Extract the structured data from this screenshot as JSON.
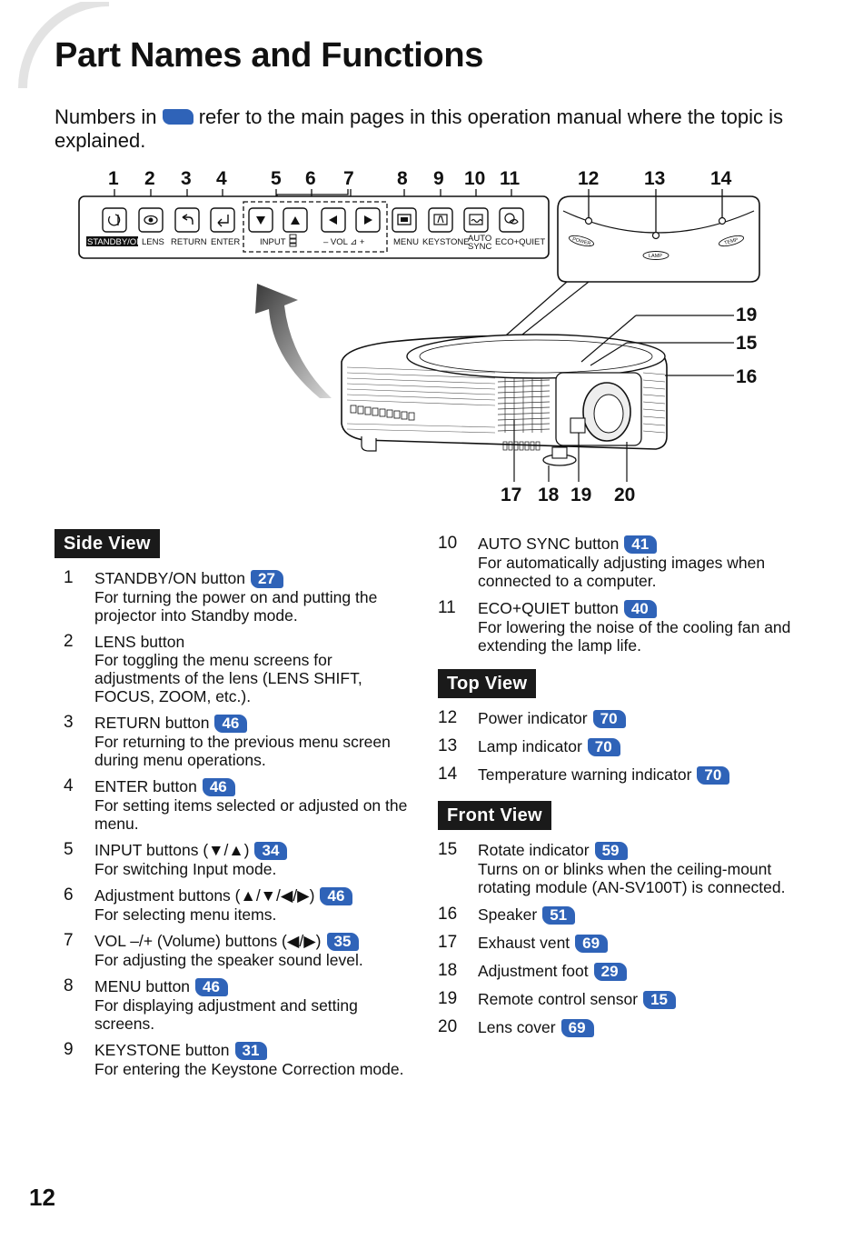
{
  "page": {
    "title": "Part Names and Functions",
    "intro_before": "Numbers in",
    "intro_after": "refer to the main pages in this operation manual where the topic is explained.",
    "page_number": "12"
  },
  "colors": {
    "badge": "#2f63b8",
    "header_bg": "#1a1a1a"
  },
  "figure": {
    "panel_numbers": [
      "1",
      "2",
      "3",
      "4",
      "5",
      "6",
      "7",
      "8",
      "9",
      "10",
      "11"
    ],
    "top_numbers": [
      "12",
      "13",
      "14"
    ],
    "right_numbers": [
      "19",
      "15",
      "16"
    ],
    "bottom_numbers": [
      "17",
      "18",
      "19",
      "20"
    ],
    "panel_labels": {
      "standby": "STANDBY/ON",
      "lens": "LENS",
      "return": "RETURN",
      "enter": "ENTER",
      "input": "INPUT",
      "vol": "– VOL ⊿ +",
      "menu": "MENU",
      "keystone": "KEYSTONE",
      "auto": "AUTO",
      "sync": "SYNC",
      "eco": "ECO+QUIET"
    },
    "indicator_labels": {
      "power": "POWER",
      "lamp": "LAMP",
      "temp": "TEMP"
    }
  },
  "side_view": {
    "header": "Side View",
    "items": [
      {
        "num": "1",
        "label": "STANDBY/ON button",
        "page": "27",
        "desc": "For turning the power on and putting the projector into Standby mode."
      },
      {
        "num": "2",
        "label": "LENS button",
        "page": "",
        "desc": "For toggling the menu screens for adjustments of the lens (LENS SHIFT, FOCUS, ZOOM, etc.)."
      },
      {
        "num": "3",
        "label": "RETURN button",
        "page": "46",
        "desc": "For returning to the previous menu screen during menu operations."
      },
      {
        "num": "4",
        "label": "ENTER button",
        "page": "46",
        "desc": "For setting items selected or adjusted on the menu."
      },
      {
        "num": "5",
        "label": "INPUT buttons (▼/▲)",
        "page": "34",
        "desc": "For switching Input mode."
      },
      {
        "num": "6",
        "label": "Adjustment buttons (▲/▼/◀/▶)",
        "page": "46",
        "desc": "For selecting menu items."
      },
      {
        "num": "7",
        "label": "VOL –/+ (Volume) buttons (◀/▶)",
        "page": "35",
        "desc": "For adjusting the speaker sound level."
      },
      {
        "num": "8",
        "label": "MENU button",
        "page": "46",
        "desc": "For displaying adjustment and setting screens."
      },
      {
        "num": "9",
        "label": "KEYSTONE button",
        "page": "31",
        "desc": "For entering the Keystone Correction mode."
      }
    ]
  },
  "right_items": [
    {
      "num": "10",
      "label": "AUTO SYNC button",
      "page": "41",
      "desc": "For automatically adjusting images when connected to a computer."
    },
    {
      "num": "11",
      "label": "ECO+QUIET button",
      "page": "40",
      "desc": "For lowering the noise of the cooling fan and extending the lamp life."
    }
  ],
  "top_view": {
    "header": "Top View",
    "items": [
      {
        "num": "12",
        "label": "Power indicator",
        "page": "70"
      },
      {
        "num": "13",
        "label": "Lamp indicator",
        "page": "70"
      },
      {
        "num": "14",
        "label": "Temperature warning indicator",
        "page": "70"
      }
    ]
  },
  "front_view": {
    "header": "Front View",
    "items": [
      {
        "num": "15",
        "label": "Rotate indicator",
        "page": "59",
        "desc": "Turns on or blinks when the ceiling-mount rotating module (AN-SV100T) is connected."
      },
      {
        "num": "16",
        "label": "Speaker",
        "page": "51"
      },
      {
        "num": "17",
        "label": "Exhaust vent",
        "page": "69"
      },
      {
        "num": "18",
        "label": "Adjustment foot",
        "page": "29"
      },
      {
        "num": "19",
        "label": "Remote control sensor",
        "page": "15"
      },
      {
        "num": "20",
        "label": "Lens cover",
        "page": "69"
      }
    ]
  }
}
